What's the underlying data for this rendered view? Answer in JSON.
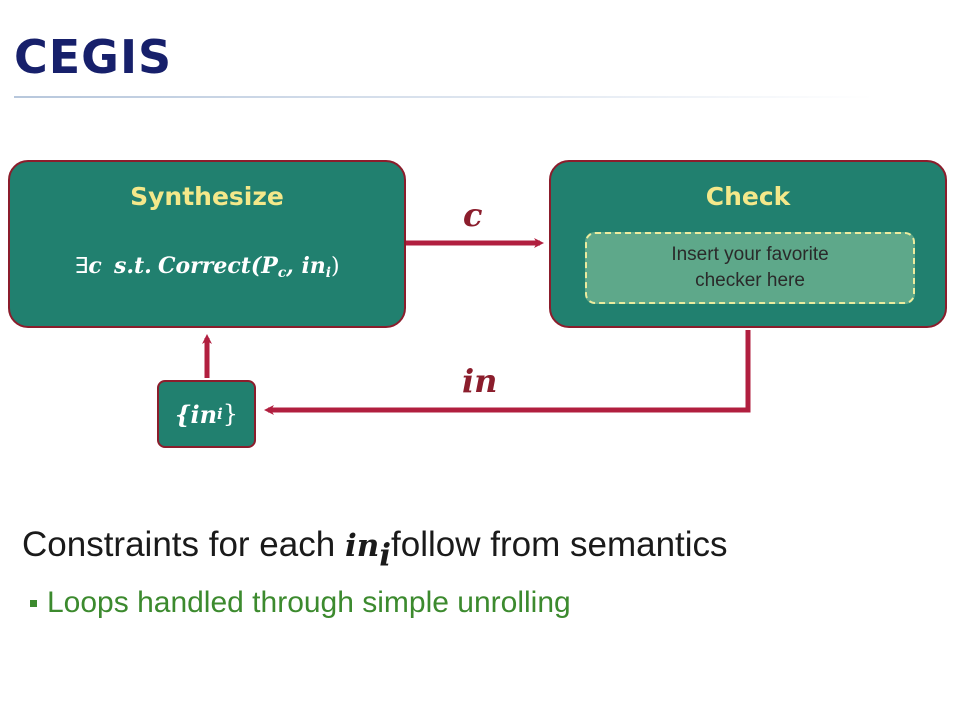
{
  "title": "CEGIS",
  "synthesize": {
    "title": "Synthesize",
    "formula": {
      "exists": "∃",
      "var": "c",
      "st": "s.t.",
      "pred": "Correct(P",
      "pred_sub": "c",
      "comma": ", in",
      "in_sub": "i",
      "close": ")"
    }
  },
  "check": {
    "title": "Check",
    "placeholder_line1": "Insert your favorite",
    "placeholder_line2": "checker here"
  },
  "arrows": {
    "c_label": "c",
    "in_label": "in"
  },
  "inputs_set": {
    "open": "{in",
    "sub": "i",
    "close": "}"
  },
  "body": {
    "main_before": "Constraints for each ",
    "main_math": "in",
    "main_sub": "i",
    "main_after": "follow from semantics",
    "bullet": "Loops handled through simple unrolling"
  },
  "colors": {
    "title": "#17206b",
    "box_fill": "#21806f",
    "box_border": "#8b1d2c",
    "box_title": "#f4e88a",
    "arrow": "#b11f3f",
    "bullet_text": "#3c8a2e"
  }
}
